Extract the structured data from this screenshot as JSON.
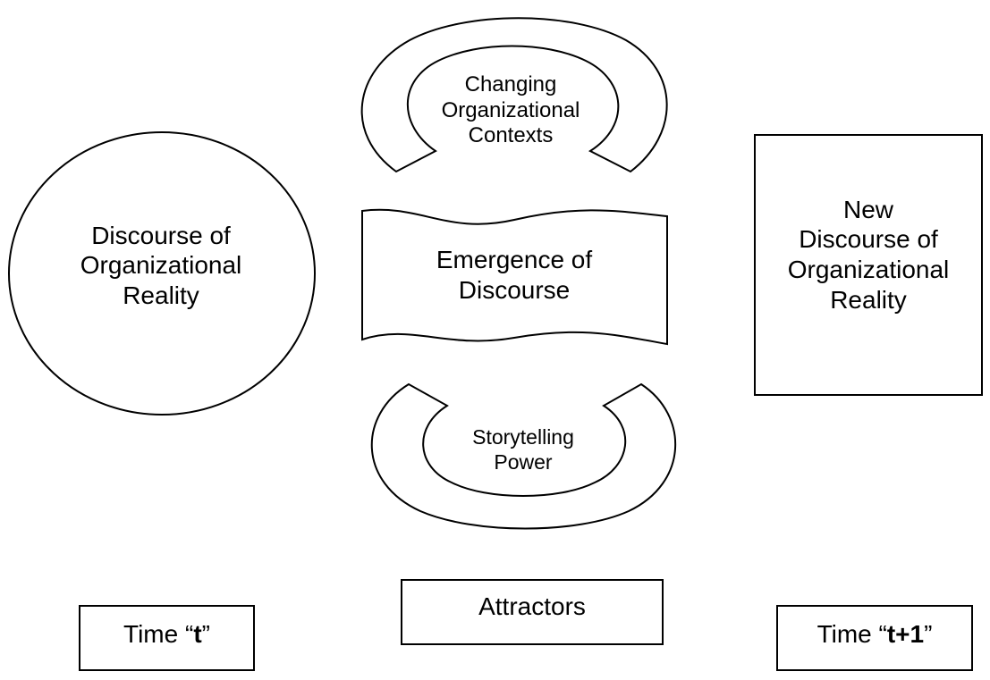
{
  "nodes": {
    "current_discourse": {
      "lines": [
        "Discourse of",
        "Organizational",
        "Reality"
      ]
    },
    "new_discourse": {
      "lines": [
        "New",
        "Discourse of",
        "Organizational",
        "Reality"
      ]
    },
    "emergence": {
      "lines": [
        "Emergence of",
        "Discourse"
      ]
    },
    "changing_contexts": {
      "lines": [
        "Changing",
        "Organizational",
        "Contexts"
      ]
    },
    "storytelling_power": {
      "lines": [
        "Storytelling",
        "Power"
      ]
    },
    "attractors": {
      "label": "Attractors"
    }
  },
  "time_labels": {
    "t": {
      "prefix": "Time “",
      "value": "t",
      "suffix": "”"
    },
    "t_plus_1": {
      "prefix": "Time “",
      "value": "t+1",
      "suffix": "”"
    }
  }
}
